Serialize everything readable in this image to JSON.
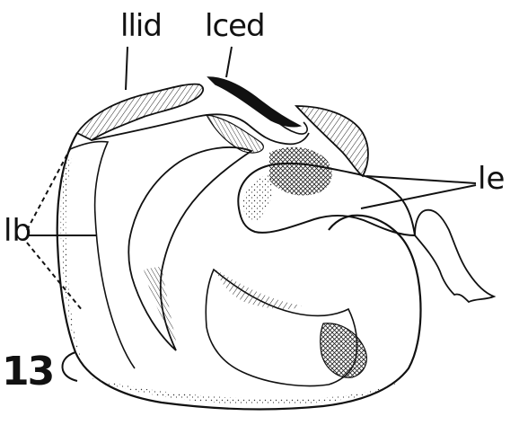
{
  "labels": {
    "llid": "llid",
    "lced": "lced",
    "le": "le",
    "lb": "lb"
  },
  "figure_number": "13",
  "colors": {
    "ink": "#111111",
    "background": "#ffffff"
  }
}
